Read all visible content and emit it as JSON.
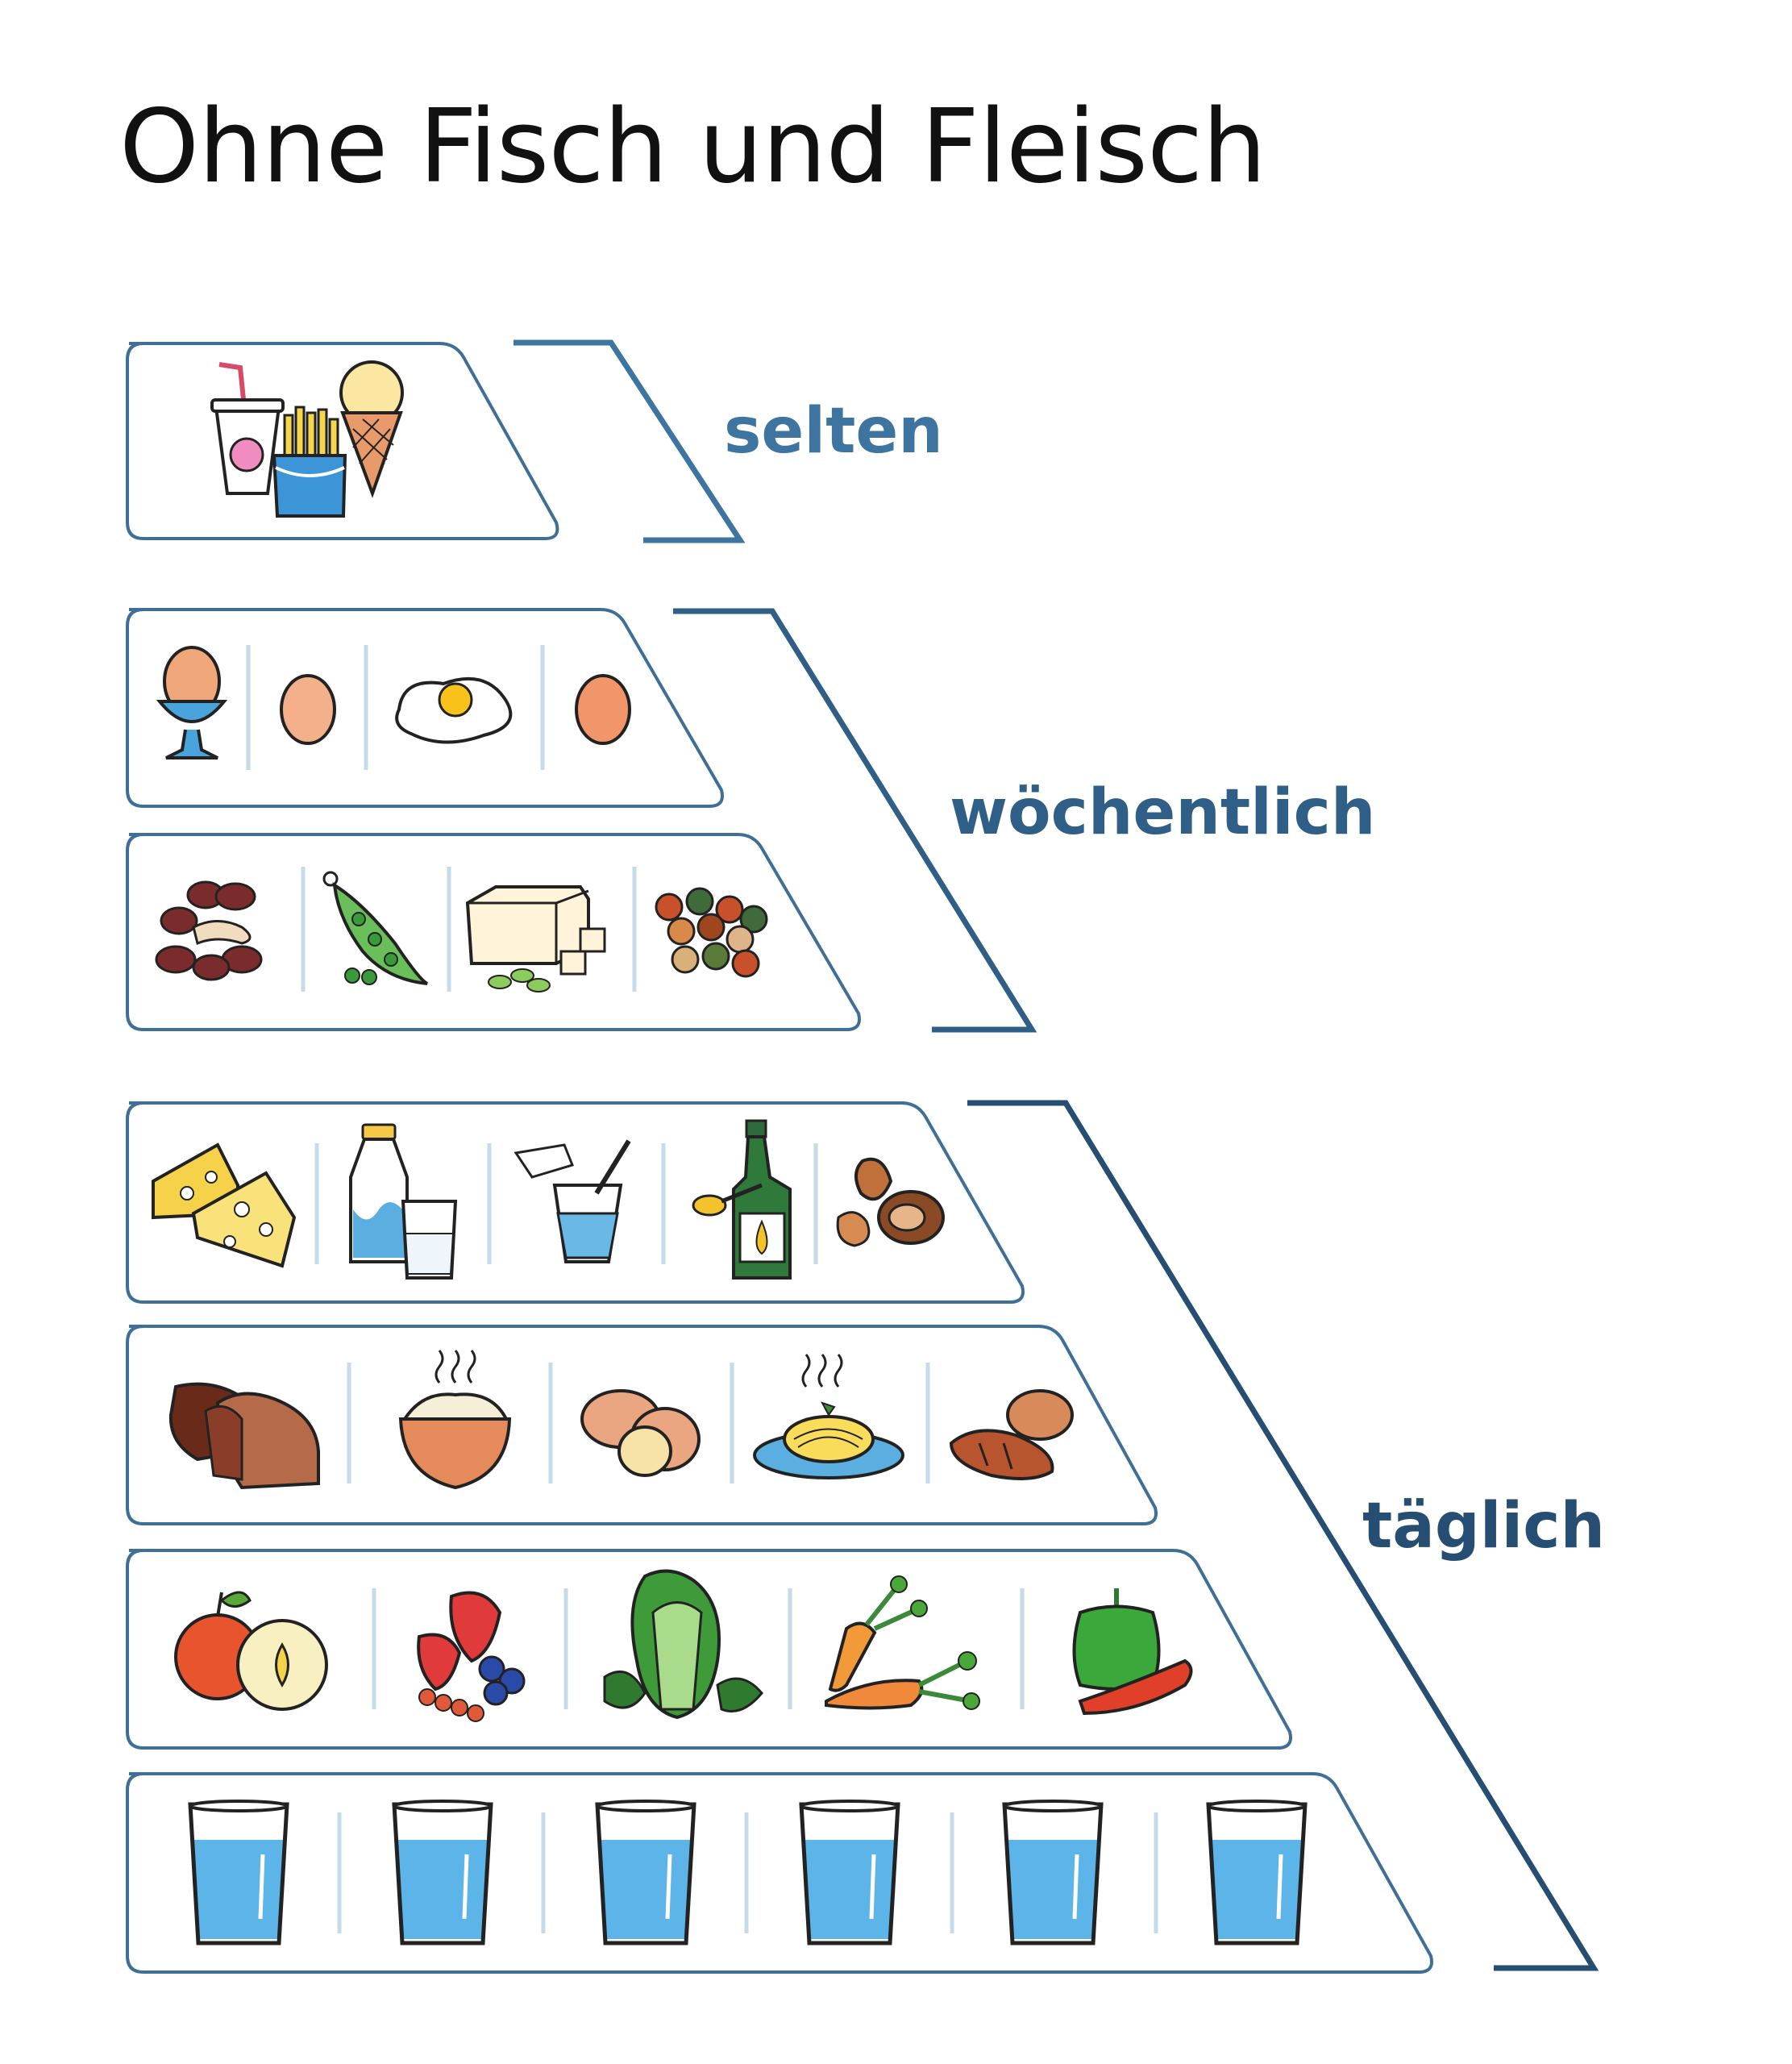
{
  "title": "Ohne Fisch und Fleisch",
  "colors": {
    "tier_border": "#3f6f96",
    "selten": "#3d75a0",
    "woechentlich": "#2f5f86",
    "taeglich": "#254e72",
    "separator": "#c6dbe9"
  },
  "frequency_labels": {
    "selten": "selten",
    "woechentlich": "wöchentlich",
    "taeglich": "täglich"
  },
  "tiers": [
    {
      "group": "selten",
      "items": [
        "soft-drink-icon",
        "french-fries-icon",
        "ice-cream-cone-icon"
      ]
    },
    {
      "group": "woechentlich",
      "items": [
        "boiled-egg-in-cup-icon",
        "egg-icon",
        "fried-egg-icon",
        "egg-icon"
      ]
    },
    {
      "group": "woechentlich",
      "items": [
        "nuts-and-beans-icon",
        "pea-pod-icon",
        "tofu-icon",
        "mixed-legumes-icon"
      ]
    },
    {
      "group": "taeglich",
      "items": [
        "cheese-icon",
        "milk-bottle-icon",
        "yogurt-icon",
        "oil-bottle-icon",
        "walnuts-icon"
      ]
    },
    {
      "group": "taeglich",
      "items": [
        "bread-loaf-icon",
        "rice-bowl-icon",
        "potatoes-icon",
        "pasta-plate-icon",
        "bread-rolls-icon"
      ]
    },
    {
      "group": "taeglich",
      "items": [
        "apples-icon",
        "berries-icon",
        "lettuce-icon",
        "carrots-icon",
        "peppers-icon"
      ]
    },
    {
      "group": "taeglich",
      "items": [
        "water-glass-icon",
        "water-glass-icon",
        "water-glass-icon",
        "water-glass-icon",
        "water-glass-icon",
        "water-glass-icon"
      ]
    }
  ]
}
